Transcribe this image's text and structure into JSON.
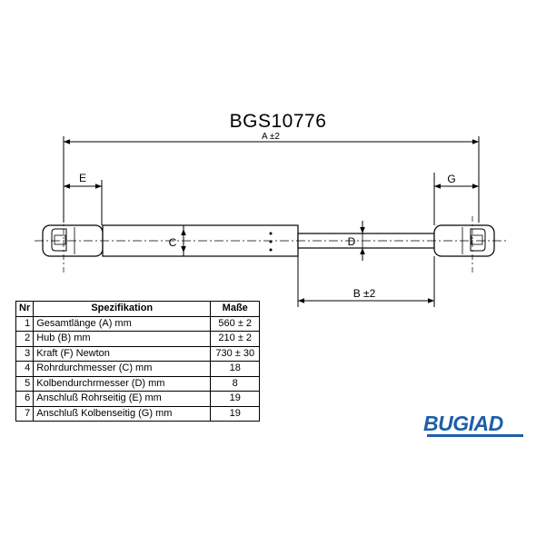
{
  "part_number": "BGS10776",
  "dimension_labels": {
    "a": "A ±2",
    "b": "B ±2",
    "c": "C",
    "d": "D",
    "e": "E",
    "g": "G"
  },
  "spec_table": {
    "headers": {
      "nr": "Nr",
      "spec": "Spezifikation",
      "value": "Maße"
    },
    "rows": [
      {
        "nr": "1",
        "spec": "Gesamtlänge (A) mm",
        "value": "560 ± 2"
      },
      {
        "nr": "2",
        "spec": "Hub (B)  mm",
        "value": "210 ± 2"
      },
      {
        "nr": "3",
        "spec": "Kraft (F) Newton",
        "value": "730 ± 30"
      },
      {
        "nr": "4",
        "spec": "Rohrdurchmesser (C) mm",
        "value": "18"
      },
      {
        "nr": "5",
        "spec": "Kolbendurchrmesser (D) mm",
        "value": "8"
      },
      {
        "nr": "6",
        "spec": "Anschluß Rohrseitig (E) mm",
        "value": "19"
      },
      {
        "nr": "7",
        "spec": "Anschluß Kolbenseitig (G) mm",
        "value": "19"
      }
    ]
  },
  "brand": {
    "name": "BUGIAD",
    "color": "#1c5fa8"
  }
}
